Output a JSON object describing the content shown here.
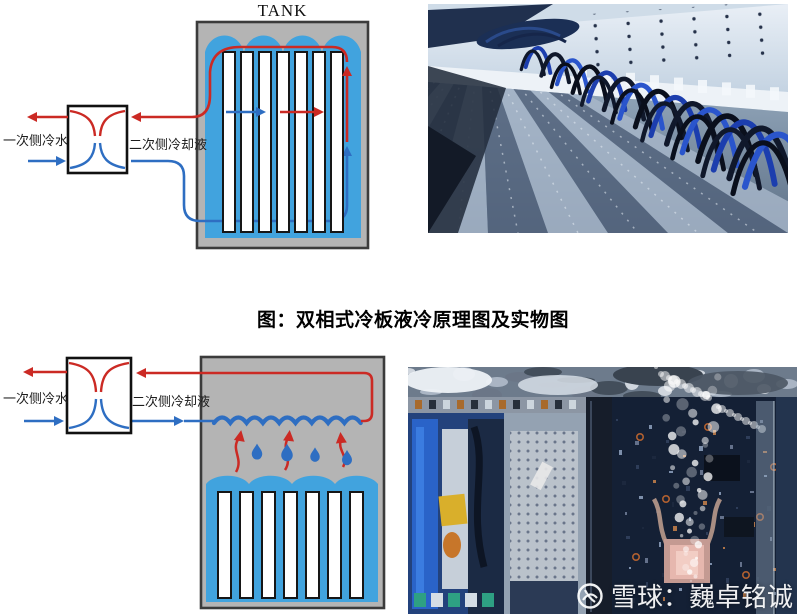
{
  "caption": {
    "text": "图：双相式冷板液冷原理图及实物图"
  },
  "diagram_top": {
    "tank_label": "TANK",
    "primary_label": "一次侧冷水",
    "secondary_label": "二次侧冷却液",
    "server_count": 7
  },
  "diagram_bottom": {
    "primary_label": "一次侧冷水",
    "secondary_label": "二次侧冷却液",
    "server_count": 7,
    "vapor_arrow_count": 3,
    "droplet_count": 4
  },
  "watermark": {
    "text": "雪球：巍卓铭诚"
  },
  "colors": {
    "hot_line": "#cb2a24",
    "cold_line": "#2e6ec2",
    "coolant_blue": "#41a3de",
    "tank_gray": "#b4b4b4",
    "tank_border": "#3b3b3b"
  }
}
